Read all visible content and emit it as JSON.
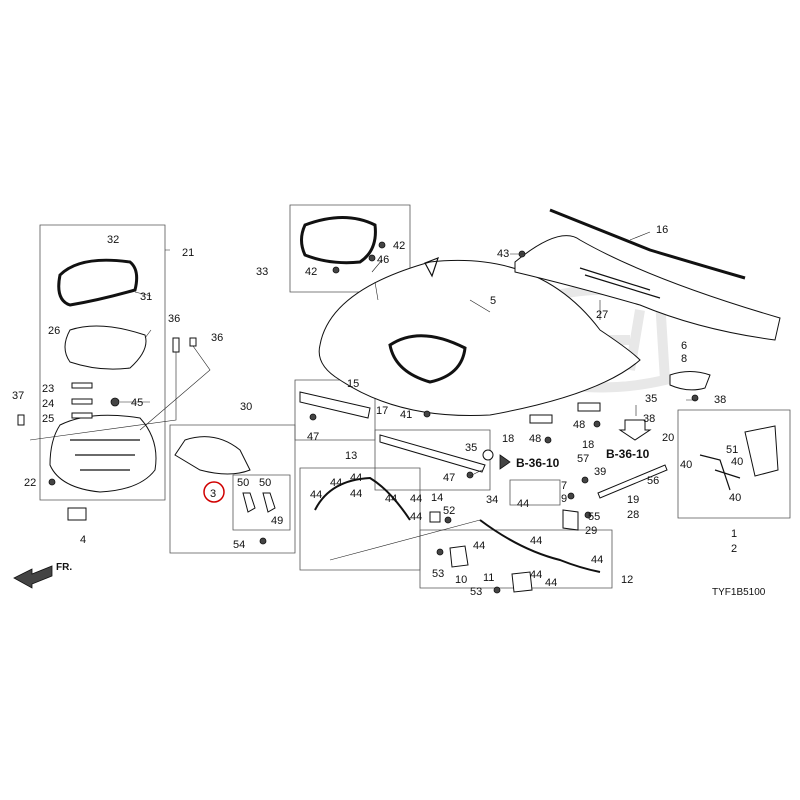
{
  "title": "",
  "diagram_code": "TYF1B5100",
  "front_arrow_label": "FR.",
  "ref_labels": [
    "B-36-10",
    "B-36-10"
  ],
  "highlighted_part": "3",
  "callouts": [
    "1",
    "2",
    "3",
    "4",
    "5",
    "6",
    "7",
    "8",
    "9",
    "10",
    "11",
    "12",
    "13",
    "14",
    "15",
    "16",
    "17",
    "18",
    "18",
    "19",
    "20",
    "21",
    "22",
    "23",
    "24",
    "25",
    "26",
    "27",
    "28",
    "29",
    "30",
    "31",
    "32",
    "33",
    "34",
    "35",
    "35",
    "36",
    "36",
    "37",
    "38",
    "38",
    "39",
    "40",
    "40",
    "40",
    "41",
    "42",
    "42",
    "43",
    "44",
    "44",
    "44",
    "44",
    "44",
    "44",
    "44",
    "44",
    "44",
    "44",
    "44",
    "44",
    "44",
    "45",
    "46",
    "47",
    "47",
    "48",
    "48",
    "49",
    "50",
    "50",
    "51",
    "52",
    "53",
    "53",
    "54",
    "55",
    "56",
    "57"
  ]
}
